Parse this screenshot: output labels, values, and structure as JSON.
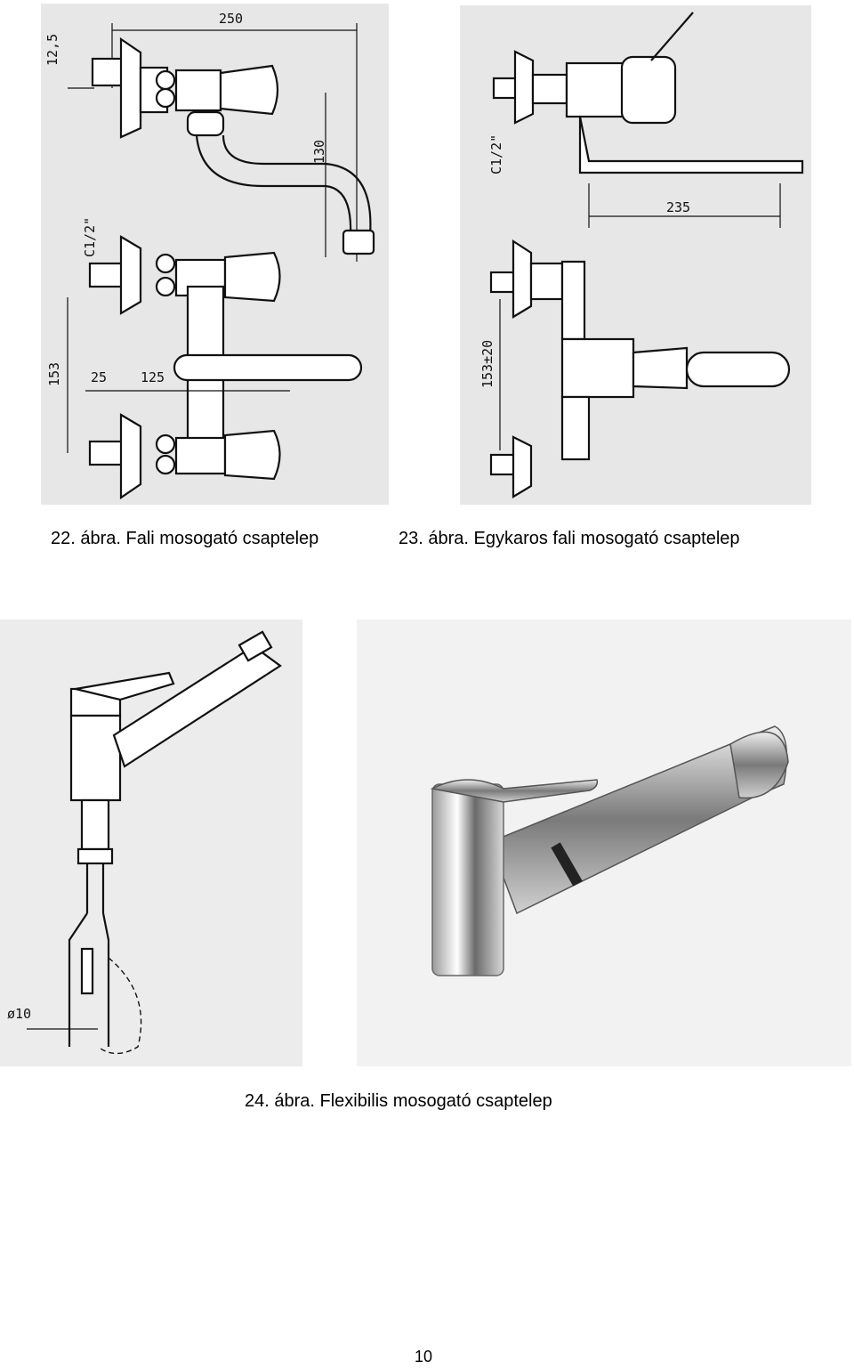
{
  "figures": {
    "fig22": {
      "caption": "22. ábra. Fali mosogató csaptelep",
      "dims": {
        "d250": "250",
        "d12_5": "12,5",
        "d130": "130",
        "c12": "C1/2\"",
        "d153": "153",
        "d25": "25",
        "d125": "125"
      }
    },
    "fig23": {
      "caption": "23. ábra. Egykaros fali mosogató csaptelep",
      "dims": {
        "c12": "C1/2\"",
        "d235": "235",
        "d153": "153±20"
      }
    },
    "fig24": {
      "caption": "24. ábra. Flexibilis mosogató csaptelep",
      "dims": {
        "phi10": "ø10"
      }
    }
  },
  "page_number": "10"
}
